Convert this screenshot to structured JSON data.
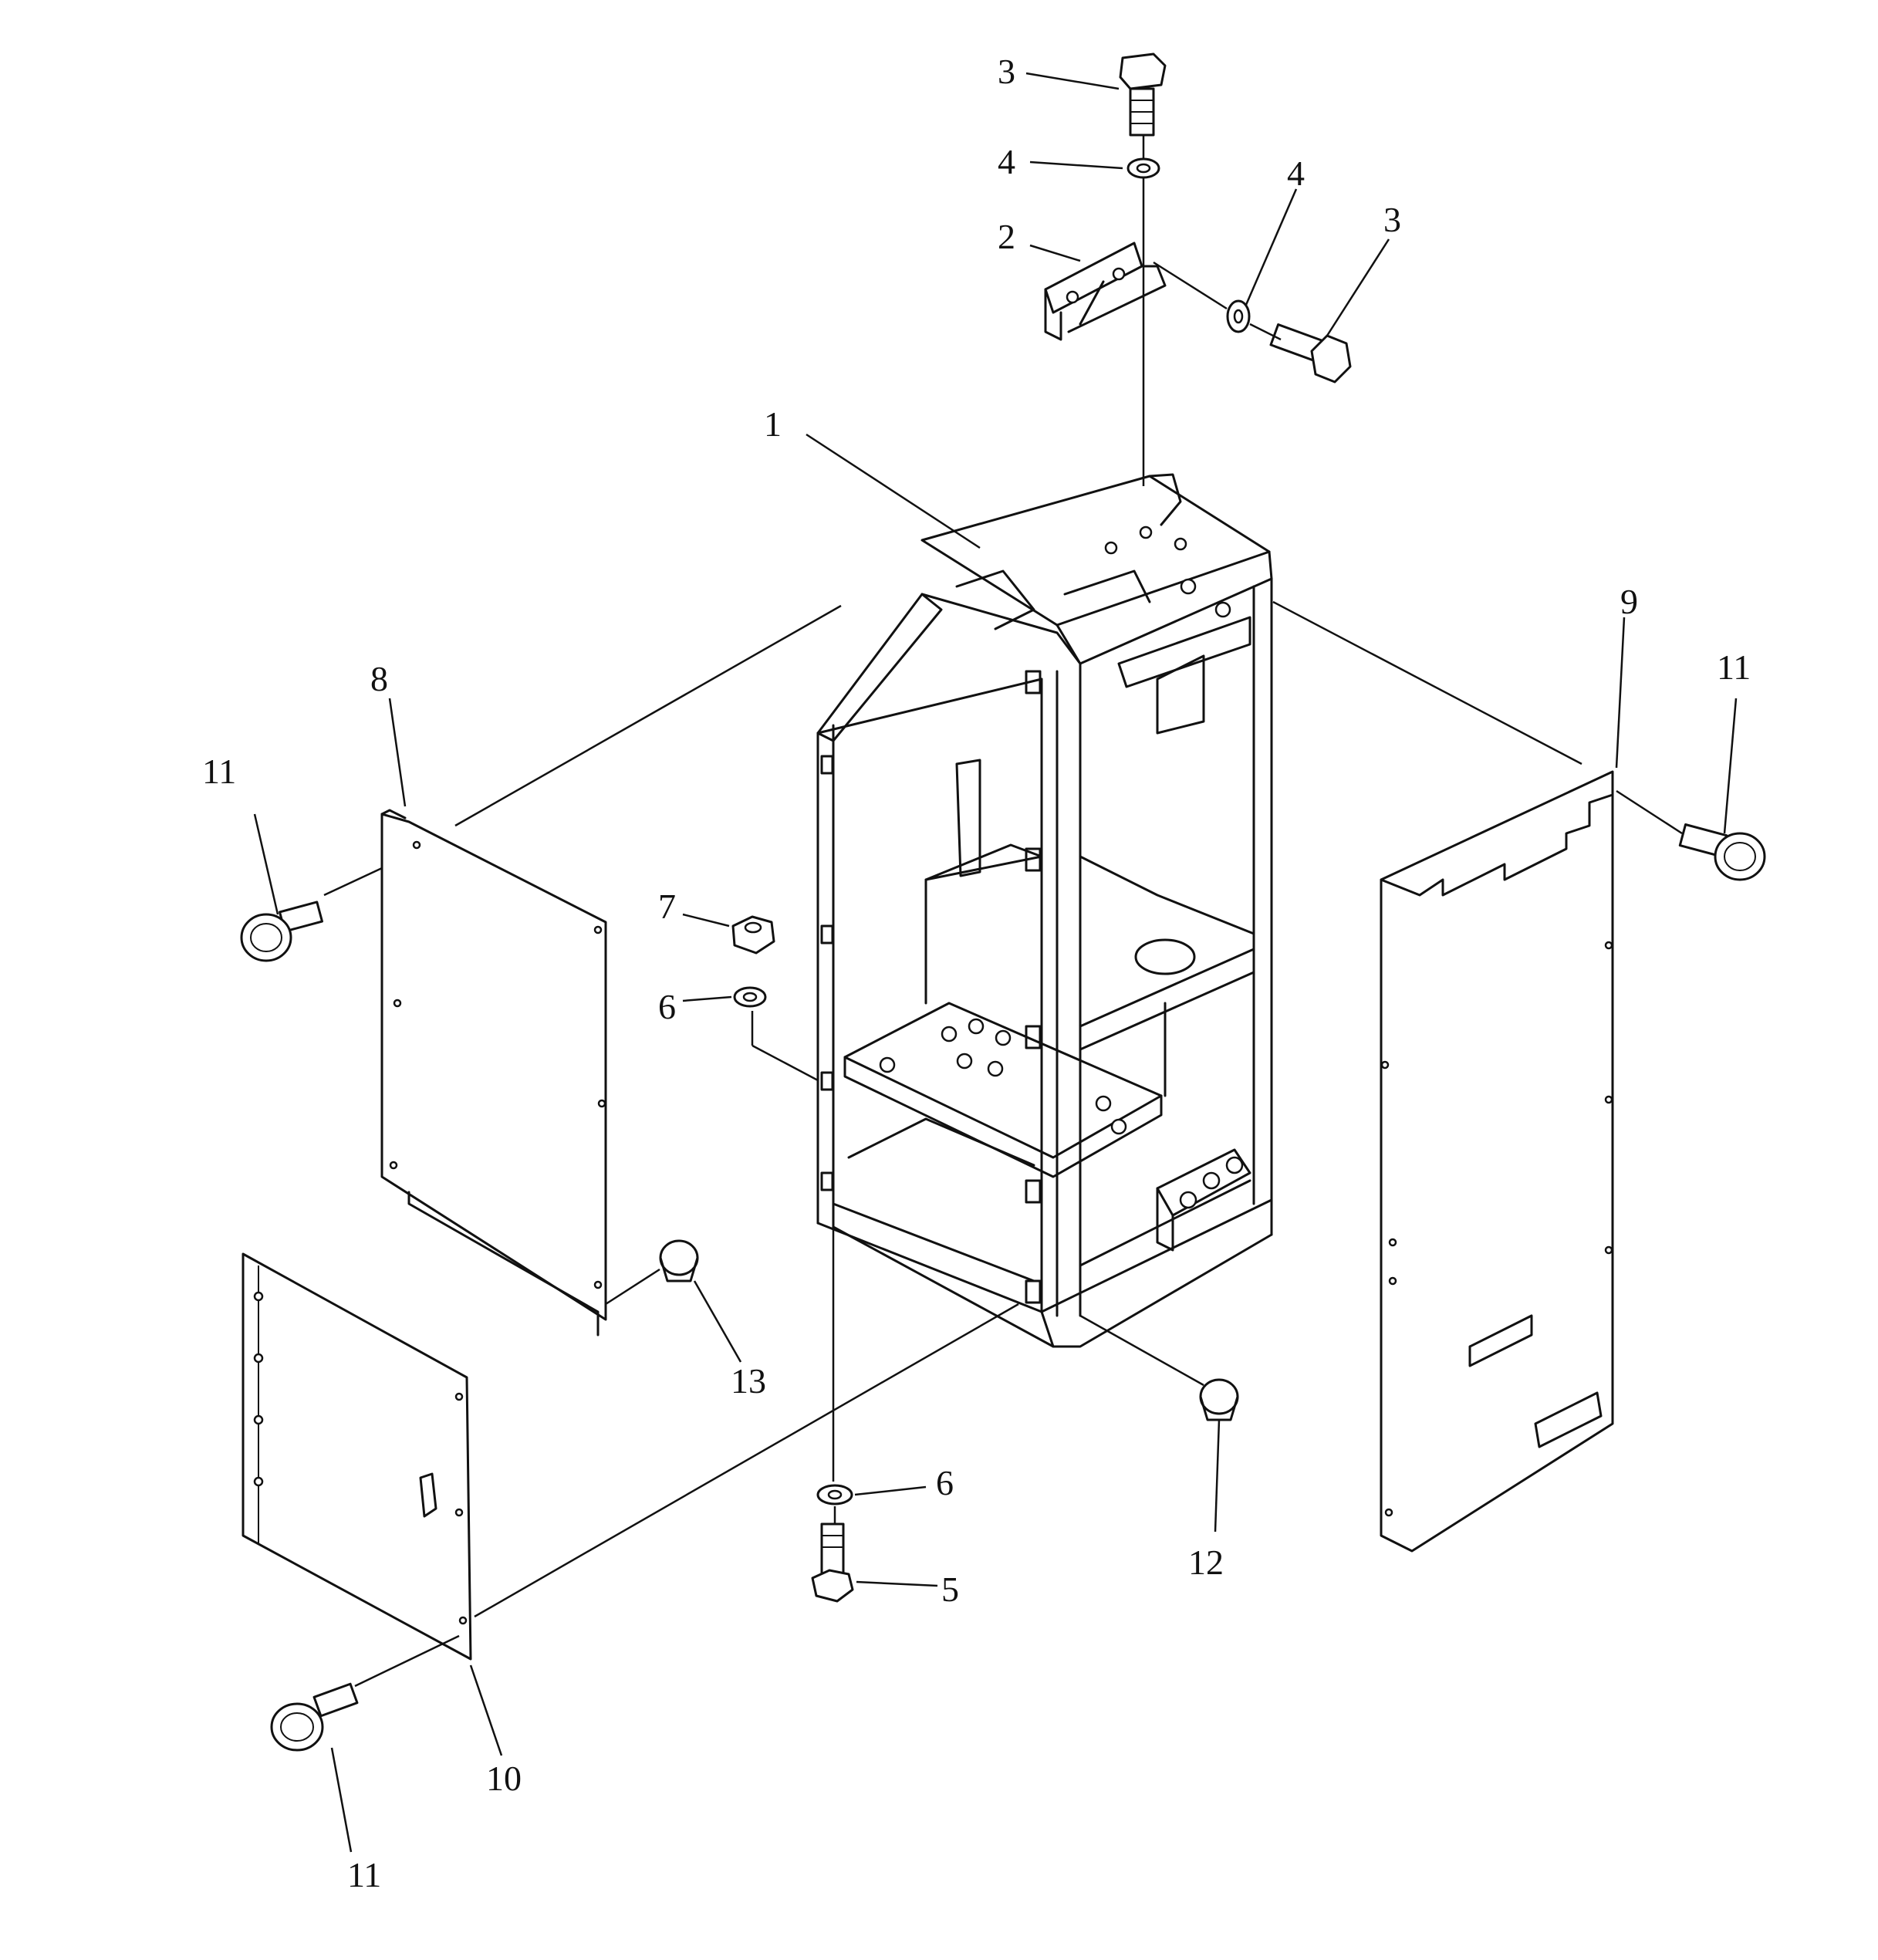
{
  "diagram": {
    "callouts": {
      "c1": "1",
      "c2": "2",
      "c3_top": "3",
      "c3_right": "3",
      "c4_top": "4",
      "c4_right": "4",
      "c5": "5",
      "c6_mid": "6",
      "c6_bottom": "6",
      "c7": "7",
      "c8": "8",
      "c9": "9",
      "c10": "10",
      "c11_left": "11",
      "c11_right": "11",
      "c11_bottom": "11",
      "c12": "12",
      "c13": "13"
    }
  }
}
